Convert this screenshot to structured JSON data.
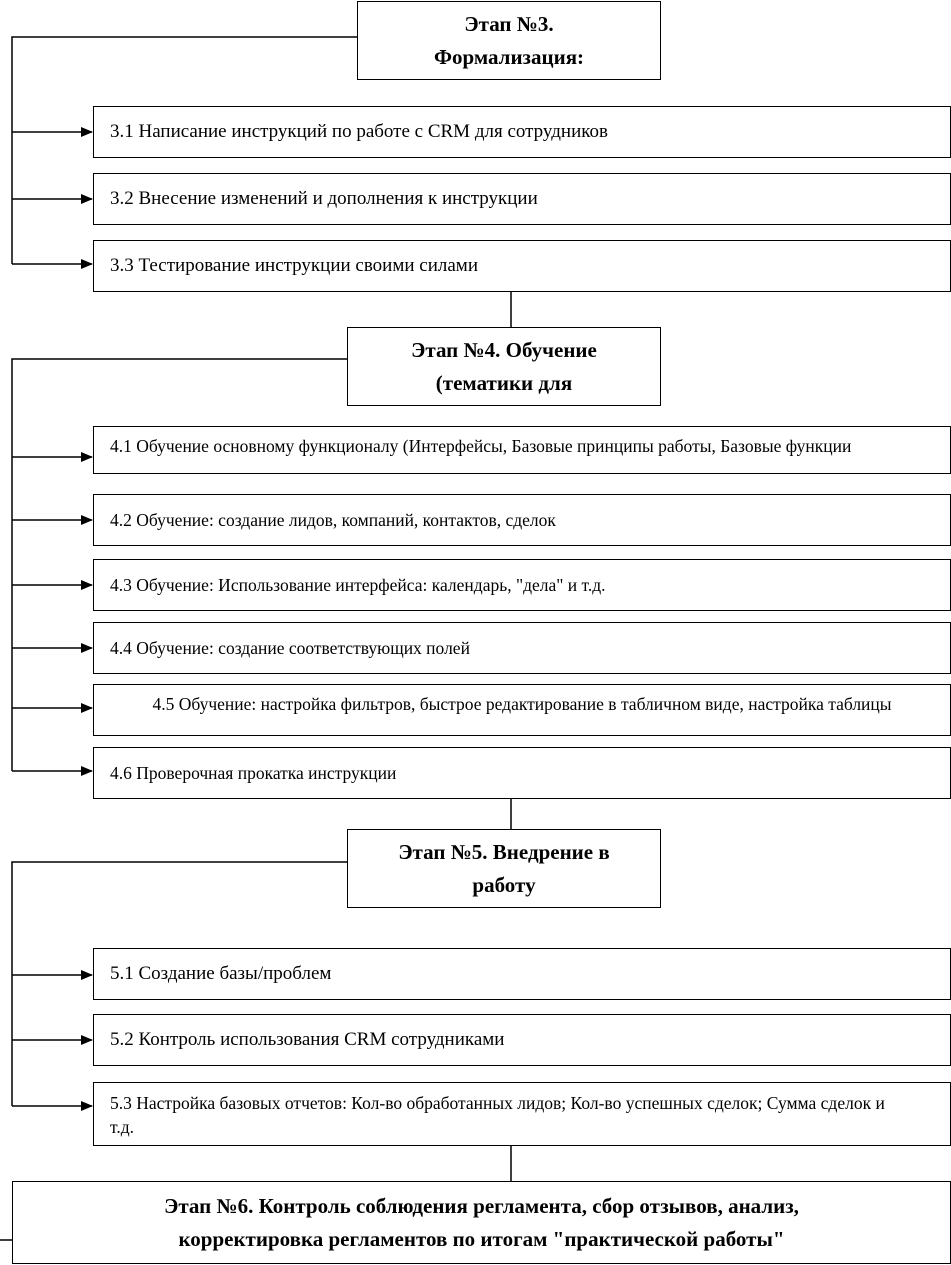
{
  "stages": [
    {
      "lines": [
        "Этап №3.",
        "Формализация:"
      ]
    },
    {
      "lines": [
        "Этап №4. Обучение",
        "(тематики для"
      ]
    },
    {
      "lines": [
        "Этап №5. Внедрение в",
        "работу"
      ]
    },
    {
      "lines": [
        "Этап №6. Контроль соблюдения регламента, сбор отзывов, анализ,",
        "корректировка регламентов по итогам \"практической работы\""
      ]
    }
  ],
  "steps": {
    "s3_1": "3.1 Написание инструкций по работе с CRM для сотрудников",
    "s3_2": "3.2 Внесение изменений и дополнения к инструкции",
    "s3_3": "3.3 Тестирование инструкции своими силами",
    "s4_1": "4.1 Обучение основному функционалу (Интерфейсы, Базовые принципы работы, Базовые функции",
    "s4_2": "4.2 Обучение: создание лидов, компаний, контактов, сделок",
    "s4_3": "4.3 Обучение: Использование интерфейса: календарь, \"дела\" и т.д.",
    "s4_4": "4.4 Обучение: создание соответствующих полей",
    "s4_5": "4.5 Обучение: настройка фильтров, быстрое редактирование в табличном виде, настройка таблицы",
    "s4_6": "4.6 Проверочная прокатка инструкции",
    "s5_1": "5.1 Создание базы/проблем",
    "s5_2": "5.2 Контроль использования CRM сотрудниками",
    "s5_3": "5.3 Настройка базовых отчетов: Кол-во обработанных лидов; Кол-во успешных сделок; Сумма сделок и т.д."
  }
}
